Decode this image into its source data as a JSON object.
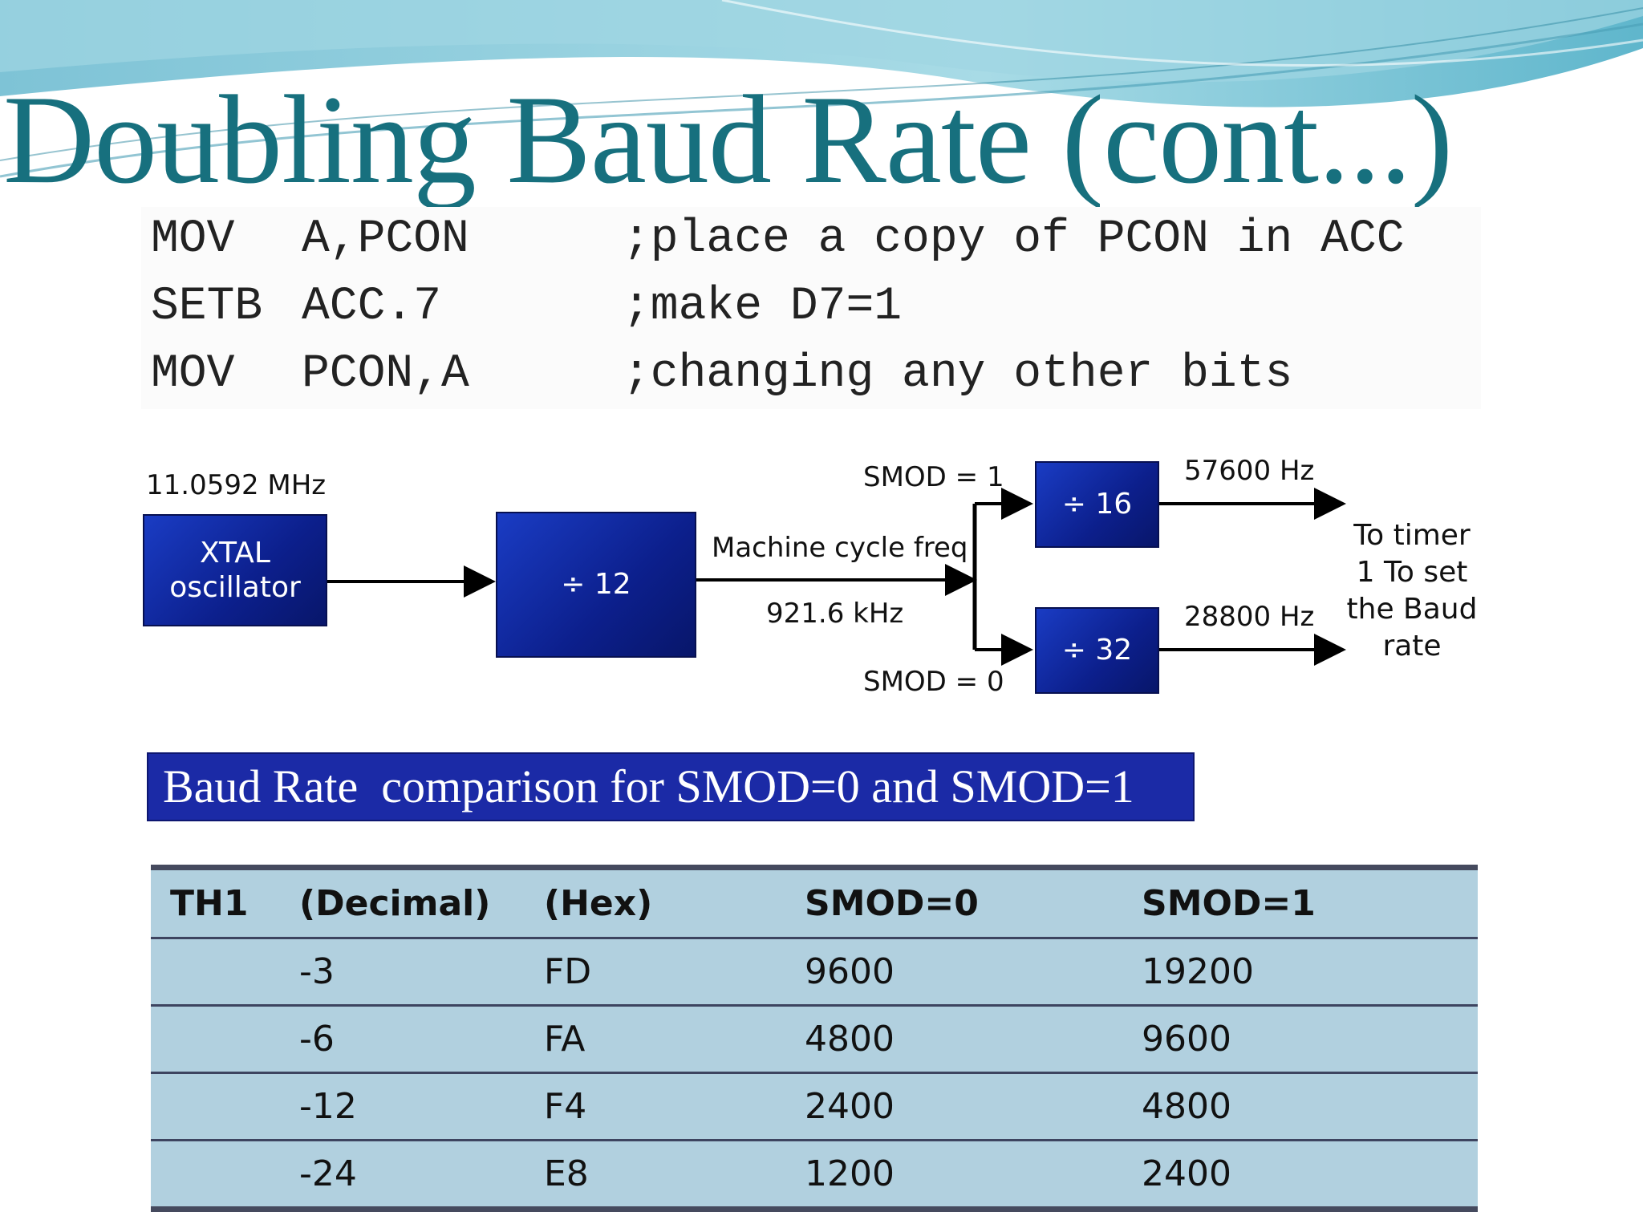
{
  "slide": {
    "title": "Doubling Baud Rate (cont...)",
    "colors": {
      "title": "#17707e",
      "box": "#1530b0",
      "banner": "#1b2aa6",
      "table_bg": "#b1d0df"
    }
  },
  "code": [
    {
      "op": "MOV",
      "args": "A,PCON",
      "comment": ";place a copy of PCON in ACC"
    },
    {
      "op": "SETB",
      "args": "ACC.7",
      "comment": ";make D7=1"
    },
    {
      "op": "MOV",
      "args": "PCON,A",
      "comment": ";changing any other bits"
    }
  ],
  "diagram": {
    "xtal_freq": "11.0592 MHz",
    "xtal_label_1": "XTAL",
    "xtal_label_2": "oscillator",
    "div12": "÷ 12",
    "machine_label": "Machine cycle freq",
    "machine_freq": "921.6 kHz",
    "smod1": "SMOD = 1",
    "smod0": "SMOD = 0",
    "div16": "÷ 16",
    "div32": "÷ 32",
    "freq_top": "57600 Hz",
    "freq_bottom": "28800 Hz",
    "note_lines": [
      "To timer",
      "1 To set",
      "the Baud",
      "rate"
    ]
  },
  "banner": "Baud Rate  comparison for SMOD=0 and SMOD=1",
  "table": {
    "headers": [
      "TH1",
      "(Decimal)",
      "(Hex)",
      "SMOD=0",
      "SMOD=1"
    ],
    "rows": [
      [
        "",
        "-3",
        "FD",
        "9600",
        "19200"
      ],
      [
        "",
        "-6",
        "FA",
        "4800",
        "9600"
      ],
      [
        "",
        "-12",
        "F4",
        "2400",
        "4800"
      ],
      [
        "",
        "-24",
        "E8",
        "1200",
        "2400"
      ]
    ]
  }
}
